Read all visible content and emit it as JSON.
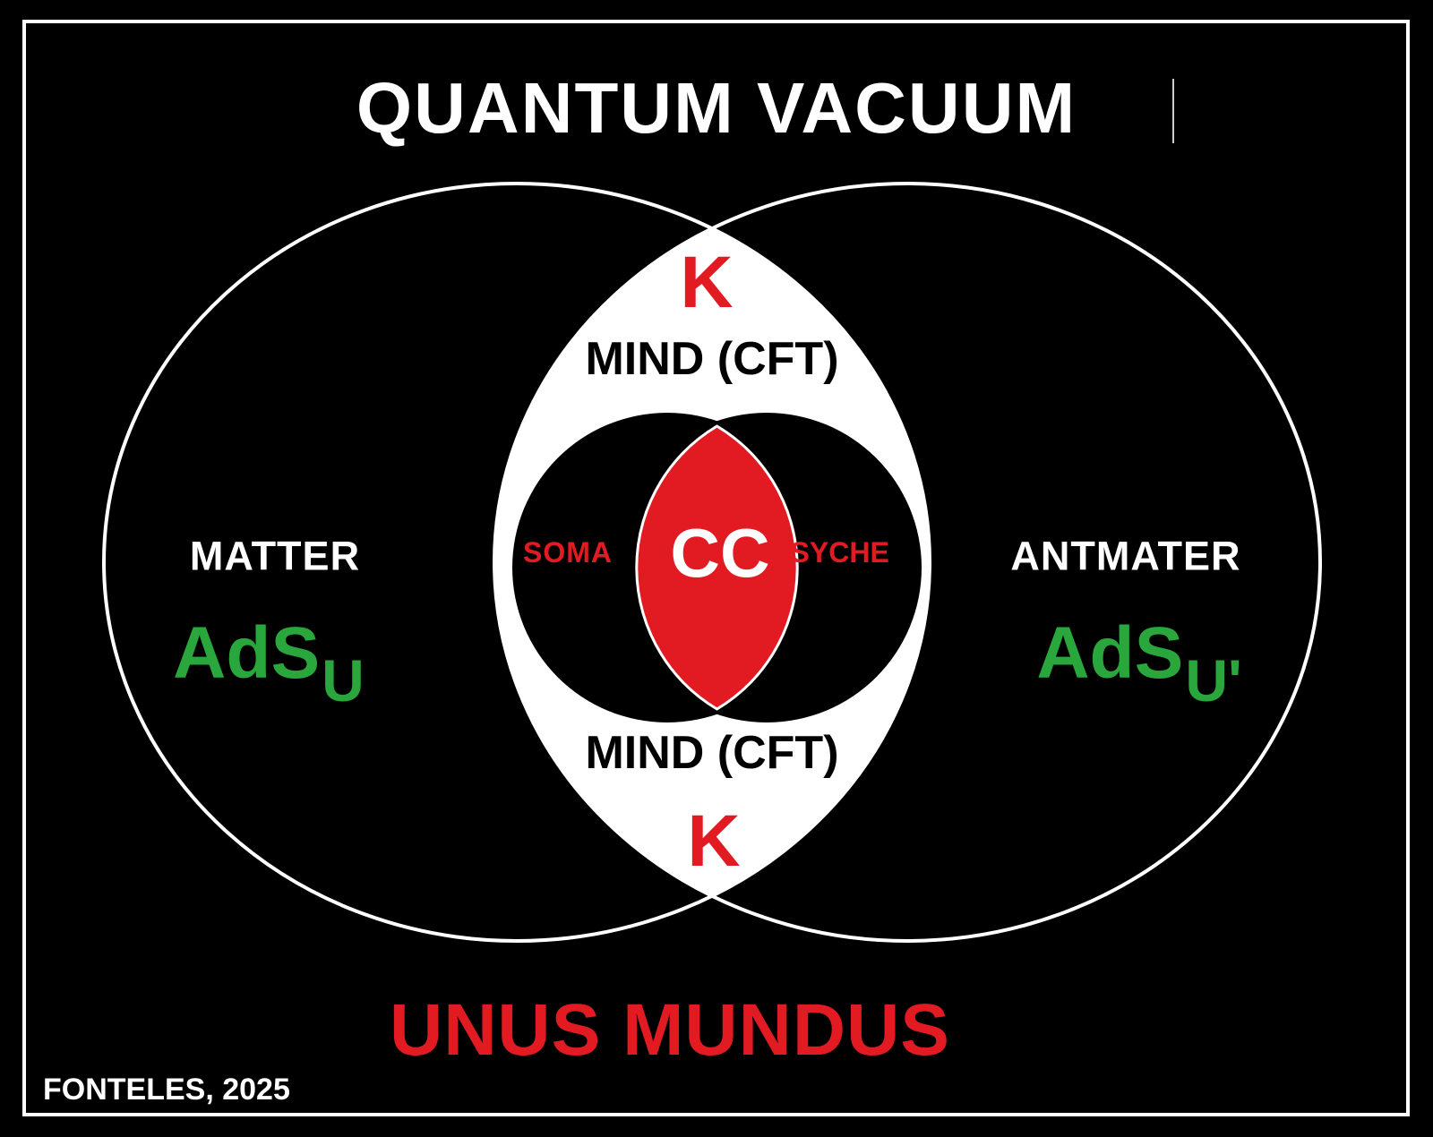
{
  "title": "QUANTUM VACUUM",
  "venn": {
    "left": {
      "label": "MATTER",
      "formula_base": "AdS",
      "formula_sub": "U"
    },
    "right": {
      "label": "ANTMATER",
      "formula_base": "AdS",
      "formula_sub": "U'"
    },
    "lens": {
      "k_top": "K",
      "mind_top": "MIND (CFT)",
      "mind_bottom": "MIND (CFT)",
      "k_bottom": "K"
    },
    "inner_left": {
      "label": "SOMA"
    },
    "inner_right": {
      "label": "PSYCHE"
    },
    "core": {
      "label": "CC"
    }
  },
  "footer": {
    "motto": "UNUS MUNDUS",
    "attribution": "FONTELES, 2025"
  },
  "colors": {
    "background": "#000000",
    "frame": "#ffffff",
    "light": "#ffffff",
    "dark": "#000000",
    "red": "#e21b23",
    "green": "#2aa73c",
    "cursor": "#cfcfcf"
  }
}
